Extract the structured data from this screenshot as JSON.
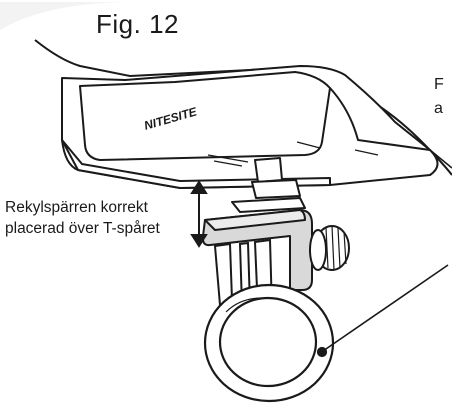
{
  "figure": {
    "title": "Fig. 12",
    "brand_logo": "NITESITE"
  },
  "callouts": {
    "left_line1": "Rekylspärren korrekt",
    "left_line2": "placerad över T-spåret",
    "right_line1": "F",
    "right_line2": "a"
  },
  "colors": {
    "line": "#1a1a1a",
    "fill": "#ffffff",
    "shade": "#d9d9d9",
    "dark_shade": "#7a7a7a"
  },
  "icons": {
    "height_arrow": "double-arrow-vertical-icon"
  }
}
